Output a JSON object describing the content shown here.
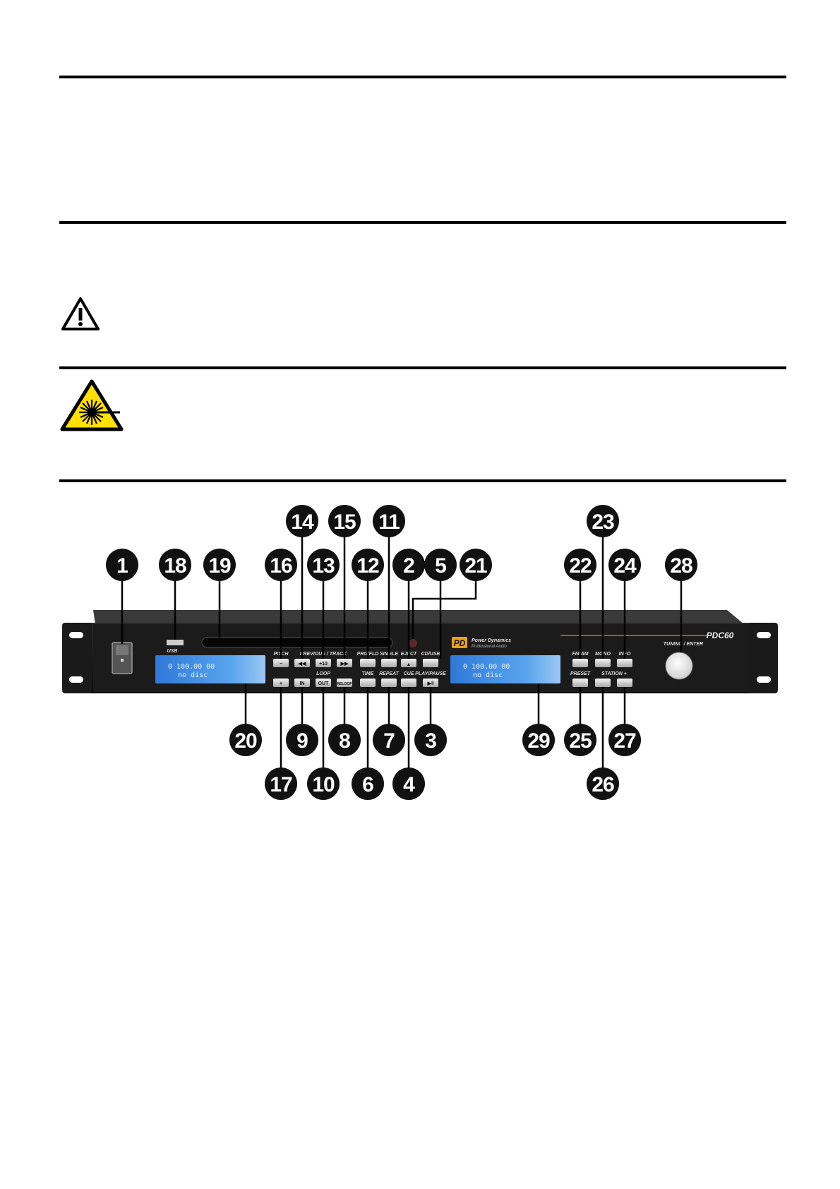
{
  "device": {
    "brand_logo": "PD",
    "brand_line1": "Power Dynamics",
    "brand_line2": "Professional Audio",
    "model": "PDC60",
    "usb_label": "USB",
    "knob_label": "TUNING / ENTER",
    "lcd_left": {
      "line1": "0 100.00 00",
      "line2": "no disc"
    },
    "lcd_right": {
      "line1": "0 100.00 00",
      "line2": "no disc"
    },
    "button_labels": {
      "pitch": "PITCH",
      "prev_next_track": "PREVIOUS / TRACK",
      "plus10": "+10",
      "prog_fld": "PRG/FLD",
      "single": "SINGLE",
      "eject": "EJECT",
      "cd_usb": "CD/USB",
      "loop": "LOOP",
      "in": "IN",
      "out": "OUT",
      "reloop": "RELOOP",
      "time": "TIME",
      "repeat": "REPEAT",
      "cue": "CUE",
      "play_pause": "PLAY/PAUSE",
      "fm_am": "FM/AM",
      "mono": "MONO",
      "info": "INFO",
      "preset": "PRESET",
      "station": "STATION +"
    },
    "callouts": [
      "1",
      "2",
      "3",
      "4",
      "5",
      "6",
      "7",
      "8",
      "9",
      "10",
      "11",
      "12",
      "13",
      "14",
      "15",
      "16",
      "17",
      "18",
      "19",
      "20",
      "21",
      "22",
      "23",
      "24",
      "25",
      "26",
      "27",
      "28",
      "29"
    ]
  },
  "colors": {
    "warning_yellow": "#FFE000",
    "lcd_blue": "#3f8ee8",
    "brand_orange": "#e8a020"
  },
  "icons": [
    "caution-triangle-icon",
    "laser-warning-icon"
  ]
}
